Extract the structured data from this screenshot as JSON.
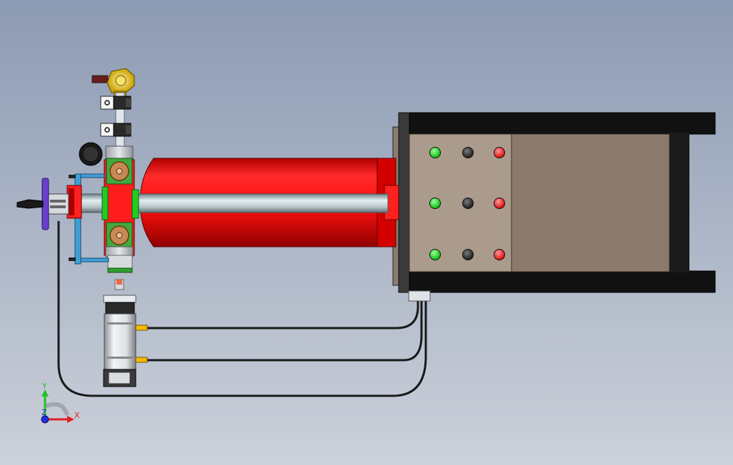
{
  "scene": {
    "background_top": "#8c9ab3",
    "background_bottom": "#c9ced8",
    "cylinder_color": "#ff1a1a",
    "rod_color": "#c8d4d8",
    "manifold_color": "#e01010",
    "plate_color": "#a8978a",
    "frame_color": "#111111",
    "hose_color": "#1a1a1a",
    "fitting_color": "#f5b800",
    "handwheel_color": "#6a3fcf",
    "bracket_color": "#3fa0d8",
    "indicator_rows": [
      {
        "colors": [
          "#22e022",
          "#333333",
          "#ee2020"
        ]
      },
      {
        "colors": [
          "#22e022",
          "#333333",
          "#ee2020"
        ]
      },
      {
        "colors": [
          "#22e022",
          "#333333",
          "#ee2020"
        ]
      }
    ]
  },
  "triad": {
    "x_label": "X",
    "y_label": "Y",
    "z_label": "Z",
    "x_color": "#e02020",
    "y_color": "#22c022",
    "z_color": "#2030e0"
  }
}
